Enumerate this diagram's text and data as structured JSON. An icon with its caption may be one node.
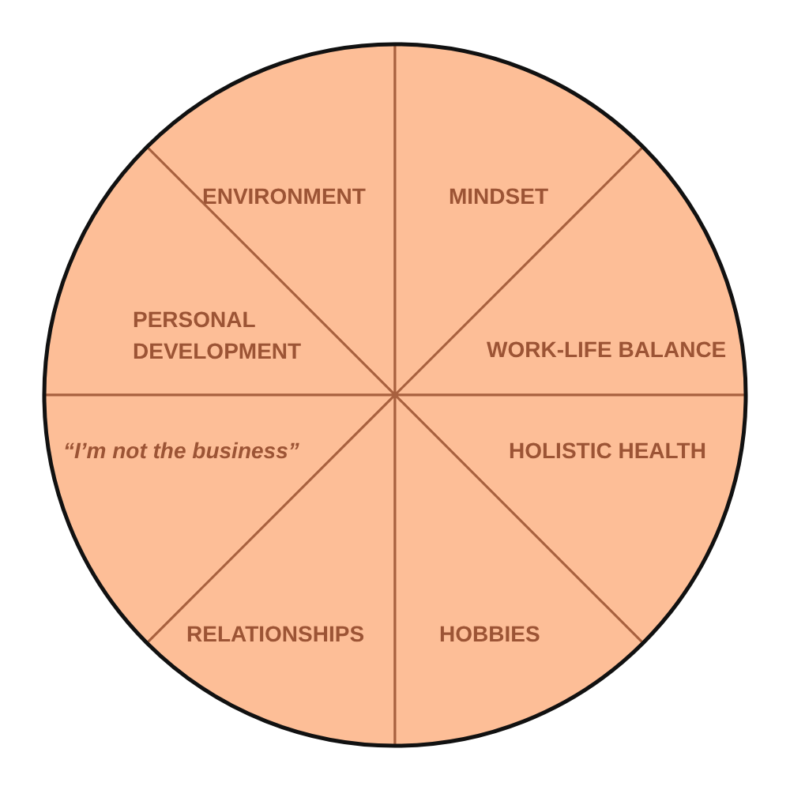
{
  "diagram": {
    "nodes": [
      {
        "text": [
          "ENVIRONMENT"
        ]
      },
      {
        "text": [
          "MINDSET"
        ]
      },
      {
        "text": [
          "PERSONAL DEVELOPMENT"
        ]
      },
      {
        "text": [
          "WORK-LIFE BALANCE"
        ]
      },
      {
        "text": [
          "“I’m not the business”"
        ]
      },
      {
        "text": [
          "HOLISTIC HEALTH"
        ]
      },
      {
        "text": [
          "RELATIONSHIPS"
        ]
      },
      {
        "text": [
          "HOBBIES"
        ]
      }
    ]
  }
}
